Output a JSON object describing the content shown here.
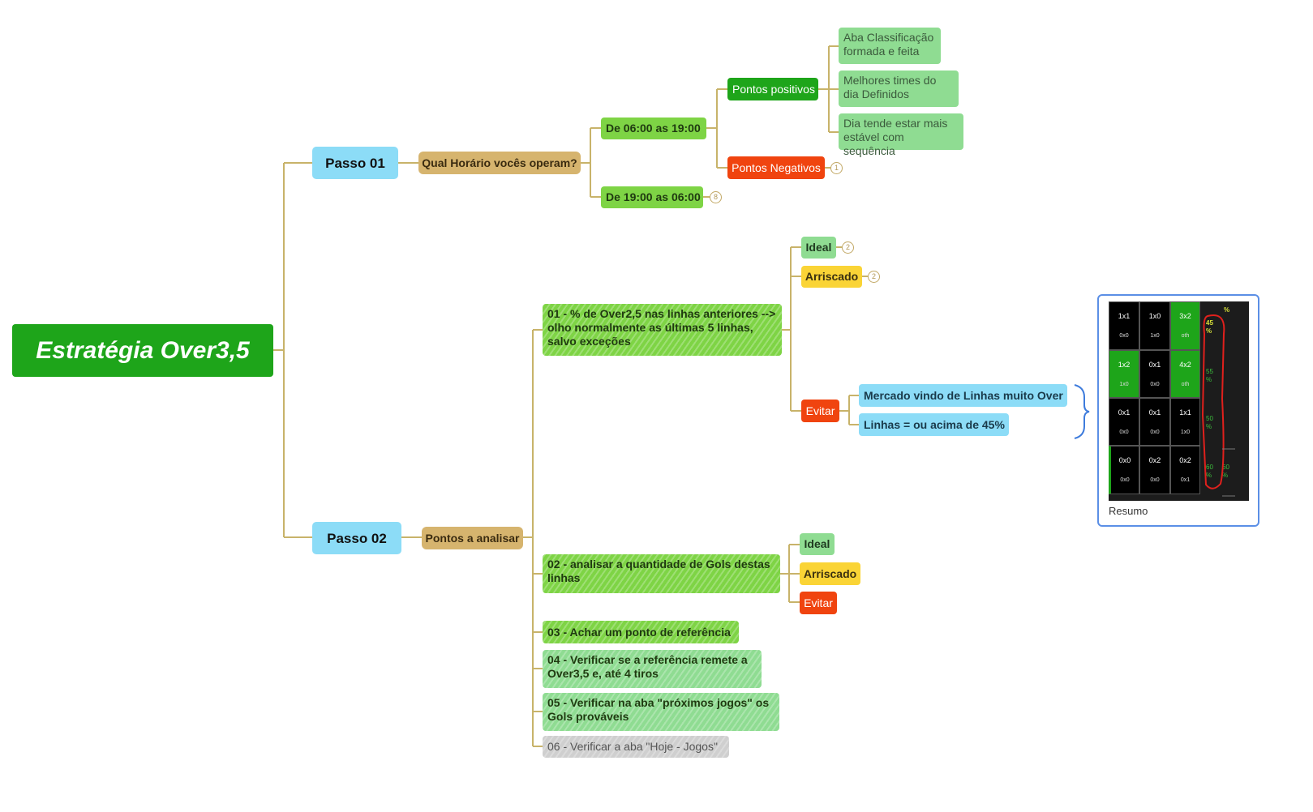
{
  "root": {
    "label": "Estratégia Over3,5"
  },
  "passo1": {
    "label": "Passo 01",
    "question": "Qual Horário vocês operam?",
    "slot1": {
      "label": "De 06:00 as 19:00"
    },
    "slot2": {
      "label": "De 19:00 as 06:00",
      "badge": "8"
    },
    "positivos": {
      "label": "Pontos positivos",
      "items": [
        "Aba Classificação formada e feita",
        "Melhores times do dia Definidos",
        "Dia tende estar mais estável com sequência"
      ]
    },
    "negativos": {
      "label": "Pontos Negativos",
      "badge": "1"
    }
  },
  "passo2": {
    "label": "Passo 02",
    "topic": "Pontos a analisar",
    "items": [
      "01 - % de Over2,5 nas linhas anteriores --> olho normalmente as últimas 5 linhas, salvo exceções",
      "02 - analisar a quantidade de Gols destas linhas",
      "03 - Achar um ponto de referência",
      "04 - Verificar se a referência remete a Over3,5 e, até 4 tiros",
      "05 - Verificar na aba \"próximos jogos\" os Gols prováveis",
      "06 - Verificar a aba \"Hoje - Jogos\""
    ],
    "item1_children": {
      "ideal": {
        "label": "Ideal",
        "badge": "2"
      },
      "arriscado": {
        "label": "Arriscado",
        "badge": "2"
      },
      "evitar": {
        "label": "Evitar"
      },
      "evitar_items": [
        "Mercado vindo de Linhas muito Over",
        "Linhas = ou acima de 45%"
      ]
    },
    "item2_children": {
      "ideal": "Ideal",
      "arriscado": "Arriscado",
      "evitar": "Evitar"
    }
  },
  "image": {
    "caption": "Resumo",
    "grid": [
      [
        {
          "t": "1x1",
          "b": "0x0",
          "c": "black"
        },
        {
          "t": "1x0",
          "b": "1x0",
          "c": "black"
        },
        {
          "t": "3x2",
          "b": "oth",
          "c": "green"
        }
      ],
      [
        {
          "t": "1x2",
          "b": "1x0",
          "c": "green"
        },
        {
          "t": "0x1",
          "b": "0x0",
          "c": "black"
        },
        {
          "t": "4x2",
          "b": "oth",
          "c": "green"
        }
      ],
      [
        {
          "t": "0x1",
          "b": "0x0",
          "c": "black"
        },
        {
          "t": "0x1",
          "b": "0x0",
          "c": "black"
        },
        {
          "t": "1x1",
          "b": "1x0",
          "c": "black"
        }
      ],
      [
        {
          "t": "0x0",
          "b": "0x0",
          "c": "black"
        },
        {
          "t": "0x2",
          "b": "0x0",
          "c": "black"
        },
        {
          "t": "0x2",
          "b": "0x1",
          "c": "black"
        }
      ]
    ],
    "percents": [
      "%",
      "45 %",
      "55 %",
      "50 %",
      "60 %",
      "60 %"
    ]
  }
}
